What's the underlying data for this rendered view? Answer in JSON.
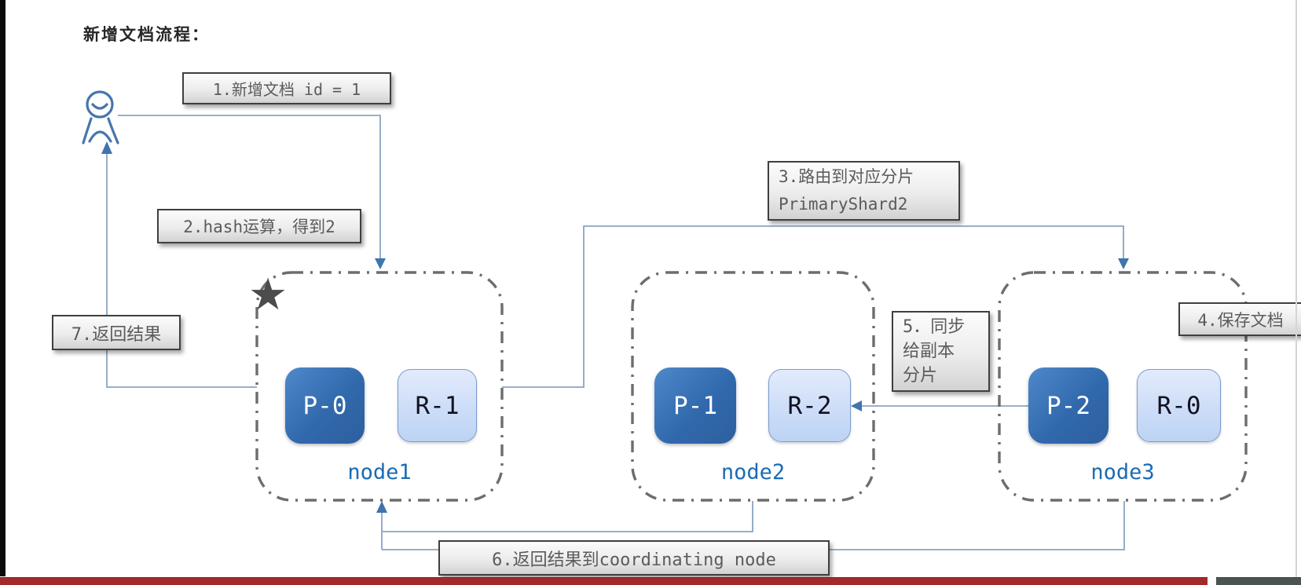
{
  "title": "新增文档流程：",
  "actor": {
    "description": "client user figure"
  },
  "steps": {
    "s1": "1.新增文档 id = 1",
    "s2": "2.hash运算，得到2",
    "s3": [
      "3.路由到对应分片",
      "PrimaryShard2"
    ],
    "s4": "4.保存文档",
    "s5": [
      "5．同步",
      "给副本",
      "分片"
    ],
    "s6": "6.返回结果到coordinating node",
    "s7": "7.返回结果"
  },
  "nodes": [
    {
      "name": "node1",
      "shards": [
        "P-0",
        "R-1"
      ],
      "coordinating_marker": "★"
    },
    {
      "name": "node2",
      "shards": [
        "P-1",
        "R-2"
      ]
    },
    {
      "name": "node3",
      "shards": [
        "P-2",
        "R-0"
      ]
    }
  ],
  "colors": {
    "primary_shard": "#2d5f9e",
    "replica_shard": "#bdd3f4",
    "node_border": "#6d6d6d",
    "node_label": "#1a6cb4",
    "wire": "#8aa4c2",
    "arrowhead": "#3f74ae",
    "callout_bg": "#e5e5e5",
    "callout_border": "#3f3f3f",
    "callout_text": "#5b5b5b",
    "bottom_bar_red": "#a32a2b",
    "bottom_bar_slate": "#4a5450",
    "left_strip": "#0b0b0b"
  }
}
